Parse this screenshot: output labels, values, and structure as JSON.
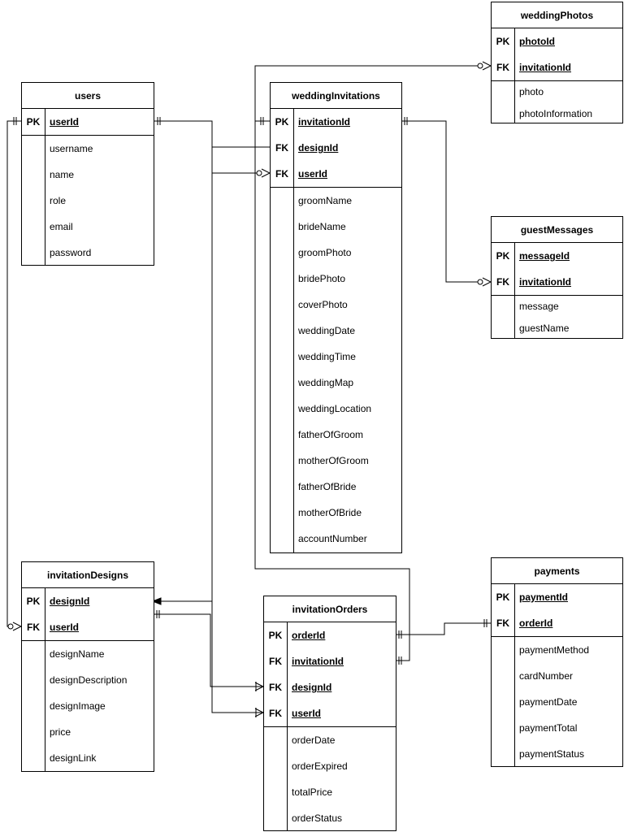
{
  "entities": {
    "weddingPhotos": {
      "title": "weddingPhotos",
      "keys": [
        {
          "type": "PK",
          "name": "photoId"
        },
        {
          "type": "FK",
          "name": "invitationId"
        }
      ],
      "attributes": [
        "photo",
        "photoInformation"
      ]
    },
    "users": {
      "title": "users",
      "keys": [
        {
          "type": "PK",
          "name": "userId"
        }
      ],
      "attributes": [
        "username",
        "name",
        "role",
        "email",
        "password"
      ]
    },
    "weddingInvitations": {
      "title": "weddingInvitations",
      "keys": [
        {
          "type": "PK",
          "name": "invitationId"
        },
        {
          "type": "FK",
          "name": "designId"
        },
        {
          "type": "FK",
          "name": "userId"
        }
      ],
      "attributes": [
        "groomName",
        "brideName",
        "groomPhoto",
        "bridePhoto",
        "coverPhoto",
        "weddingDate",
        "weddingTime",
        "weddingMap",
        "weddingLocation",
        "fatherOfGroom",
        "motherOfGroom",
        "fatherOfBride",
        "motherOfBride",
        "accountNumber"
      ]
    },
    "guestMessages": {
      "title": "guestMessages",
      "keys": [
        {
          "type": "PK",
          "name": "messageId"
        },
        {
          "type": "FK",
          "name": "invitationId"
        }
      ],
      "attributes": [
        "message",
        "guestName"
      ]
    },
    "invitationDesigns": {
      "title": "invitationDesigns",
      "keys": [
        {
          "type": "PK",
          "name": "designId"
        },
        {
          "type": "FK",
          "name": "userId"
        }
      ],
      "attributes": [
        "designName",
        "designDescription",
        "designImage",
        "price",
        "designLink"
      ]
    },
    "invitationOrders": {
      "title": "invitationOrders",
      "keys": [
        {
          "type": "PK",
          "name": "orderId"
        },
        {
          "type": "FK",
          "name": "invitationId"
        },
        {
          "type": "FK",
          "name": "designId"
        },
        {
          "type": "FK",
          "name": "userId"
        }
      ],
      "attributes": [
        "orderDate",
        "orderExpired",
        "totalPrice",
        "orderStatus"
      ]
    },
    "payments": {
      "title": "payments",
      "keys": [
        {
          "type": "PK",
          "name": "paymentId"
        },
        {
          "type": "FK",
          "name": "orderId"
        }
      ],
      "attributes": [
        "paymentMethod",
        "cardNumber",
        "paymentDate",
        "paymentTotal",
        "paymentStatus"
      ]
    }
  }
}
